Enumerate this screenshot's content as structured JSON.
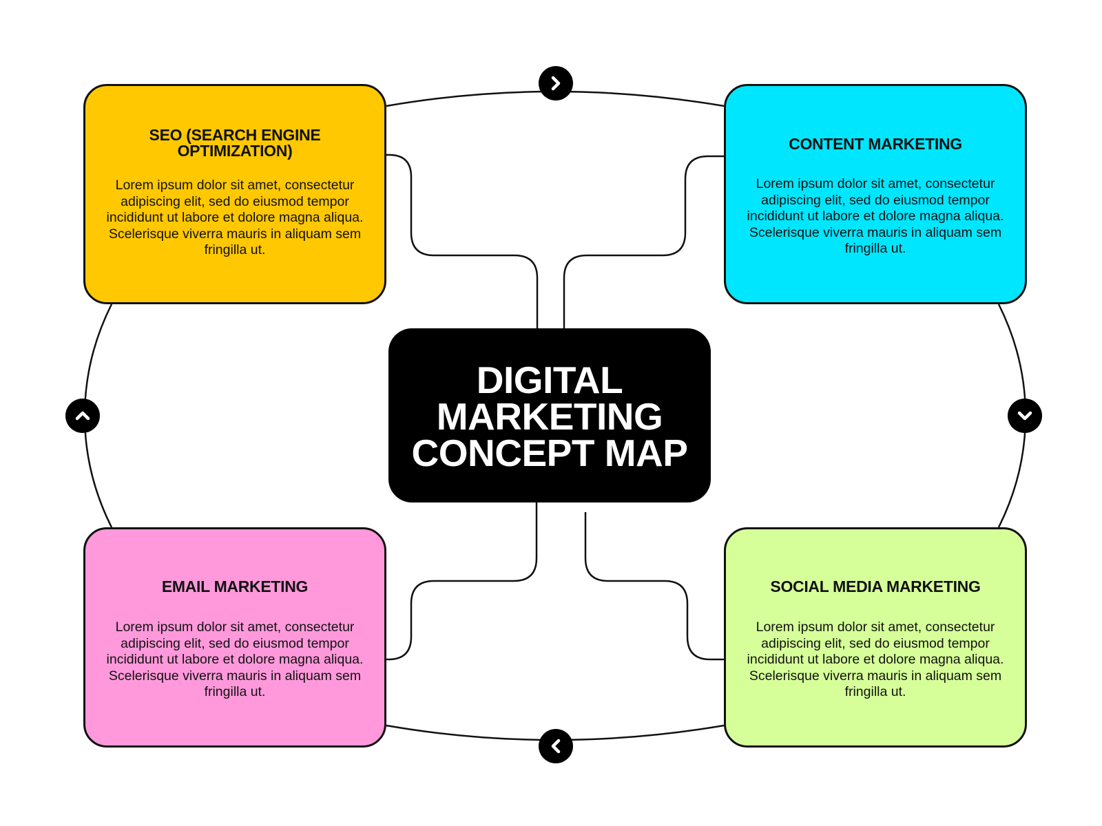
{
  "diagram": {
    "title": "DIGITAL MARKETING CONCEPT MAP",
    "title_lines": [
      "DIGITAL",
      "MARKETING",
      "CONCEPT MAP"
    ],
    "center_color": "#000000",
    "line_color": "#111111",
    "nodes": [
      {
        "id": "seo",
        "title": "SEO (SEARCH ENGINE OPTIMIZATION)",
        "body": "Lorem ipsum dolor sit amet, consectetur adipiscing elit, sed do eiusmod tempor incididunt ut labore et dolore magna aliqua. Scelerisque viverra mauris in aliquam sem fringilla ut.",
        "color": "#FFC800"
      },
      {
        "id": "content",
        "title": "CONTENT MARKETING",
        "body": "Lorem ipsum dolor sit amet, consectetur adipiscing elit, sed do eiusmod tempor incididunt ut labore et dolore magna aliqua. Scelerisque viverra mauris in aliquam sem fringilla ut.",
        "color": "#00E6FF"
      },
      {
        "id": "email",
        "title": "EMAIL MARKETING",
        "body": "Lorem ipsum dolor sit amet, consectetur adipiscing elit, sed do eiusmod tempor incididunt ut labore et dolore magna aliqua. Scelerisque viverra mauris in aliquam sem fringilla ut.",
        "color": "#FF99DB"
      },
      {
        "id": "social",
        "title": "SOCIAL MEDIA MARKETING",
        "body": "Lorem ipsum dolor sit amet, consectetur adipiscing elit, sed do eiusmod tempor incididunt ut labore et dolore magna aliqua. Scelerisque viverra mauris in aliquam sem fringilla ut.",
        "color": "#D6FF99"
      }
    ],
    "arrows": [
      {
        "id": "top",
        "icon": "chevron-right-icon"
      },
      {
        "id": "right",
        "icon": "chevron-down-icon"
      },
      {
        "id": "bottom",
        "icon": "chevron-left-icon"
      },
      {
        "id": "left",
        "icon": "chevron-up-icon"
      }
    ]
  }
}
